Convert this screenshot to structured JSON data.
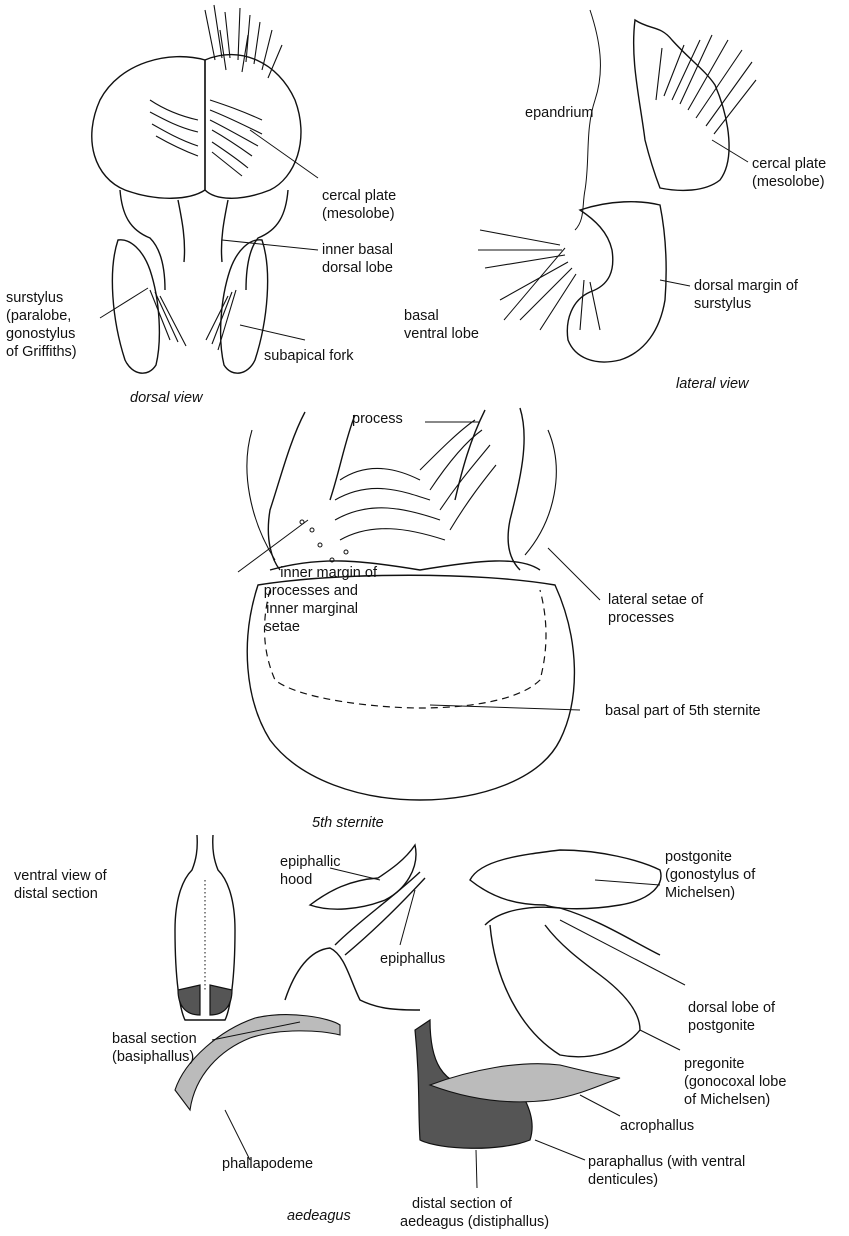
{
  "labels": {
    "cercal_plate_dorsal": [
      "cercal plate",
      "(mesolobe)"
    ],
    "inner_basal_dorsal_lobe": [
      "inner basal",
      "dorsal lobe"
    ],
    "surstylus": [
      "surstylus",
      "(paralobe,",
      "gonostylus",
      "of Griffiths)"
    ],
    "subapical_fork": "subapical fork",
    "dorsal_view": "dorsal view",
    "epandrium": "epandrium",
    "cercal_plate_lateral": [
      "cercal plate",
      "(mesolobe)"
    ],
    "dorsal_margin_surstylus": [
      "dorsal margin of",
      "surstylus"
    ],
    "basal_ventral_lobe": [
      "basal",
      "ventral lobe"
    ],
    "lateral_view": "lateral view",
    "process": "process",
    "inner_margin": [
      "inner margin of",
      "processes and",
      "inner marginal",
      "setae"
    ],
    "lateral_setae": [
      "lateral setae of",
      "processes"
    ],
    "basal_part": "basal part of 5th sternite",
    "fifth_sternite": "5th sternite",
    "ventral_view": [
      "ventral view of",
      "distal section"
    ],
    "epiphallic_hood": [
      "epiphallic",
      "hood"
    ],
    "epiphallus": "epiphallus",
    "postgonite": [
      "postgonite",
      "(gonostylus of",
      "Michelsen)"
    ],
    "dorsal_lobe_postgonite": [
      "dorsal lobe of",
      "postgonite"
    ],
    "basal_section": [
      "basal section",
      "(basiphallus)"
    ],
    "pregonite": [
      "pregonite",
      "(gonocoxal lobe",
      "of Michelsen)"
    ],
    "acrophallus": "acrophallus",
    "phallapodeme": "phallapodeme",
    "paraphallus": [
      "paraphallus (with ventral",
      "denticules)"
    ],
    "distal_section": [
      "distal section of",
      "aedeagus (distiphallus)"
    ],
    "aedeagus": "aedeagus"
  }
}
